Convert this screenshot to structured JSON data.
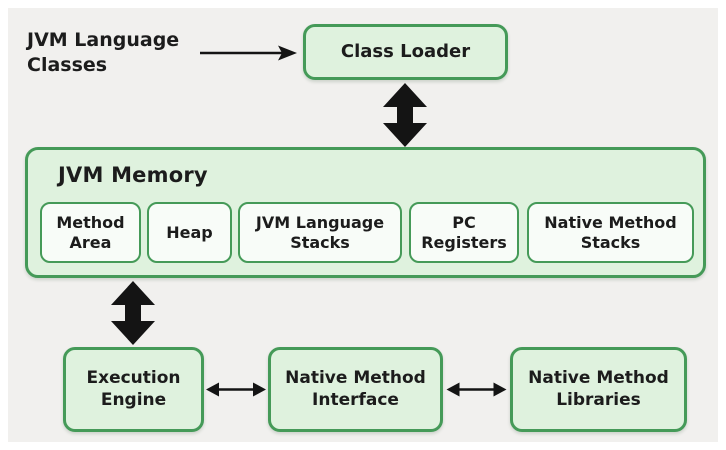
{
  "nodes": {
    "source_label": "JVM Language Classes",
    "class_loader": "Class Loader",
    "memory_title": "JVM Memory",
    "memory_children": [
      "Method Area",
      "Heap",
      "JVM Language Stacks",
      "PC Registers",
      "Native Method Stacks"
    ],
    "execution_engine": "Execution Engine",
    "native_method_interface": "Native Method Interface",
    "native_method_libraries": "Native Method Libraries"
  },
  "colors": {
    "canvas_bg": "#f1f0ee",
    "border_green": "#459a58",
    "fill_light_green": "#dff2de",
    "fill_inner_white": "#f8fcf8",
    "arrow_black": "#141414",
    "text": "#1c1c1c"
  }
}
